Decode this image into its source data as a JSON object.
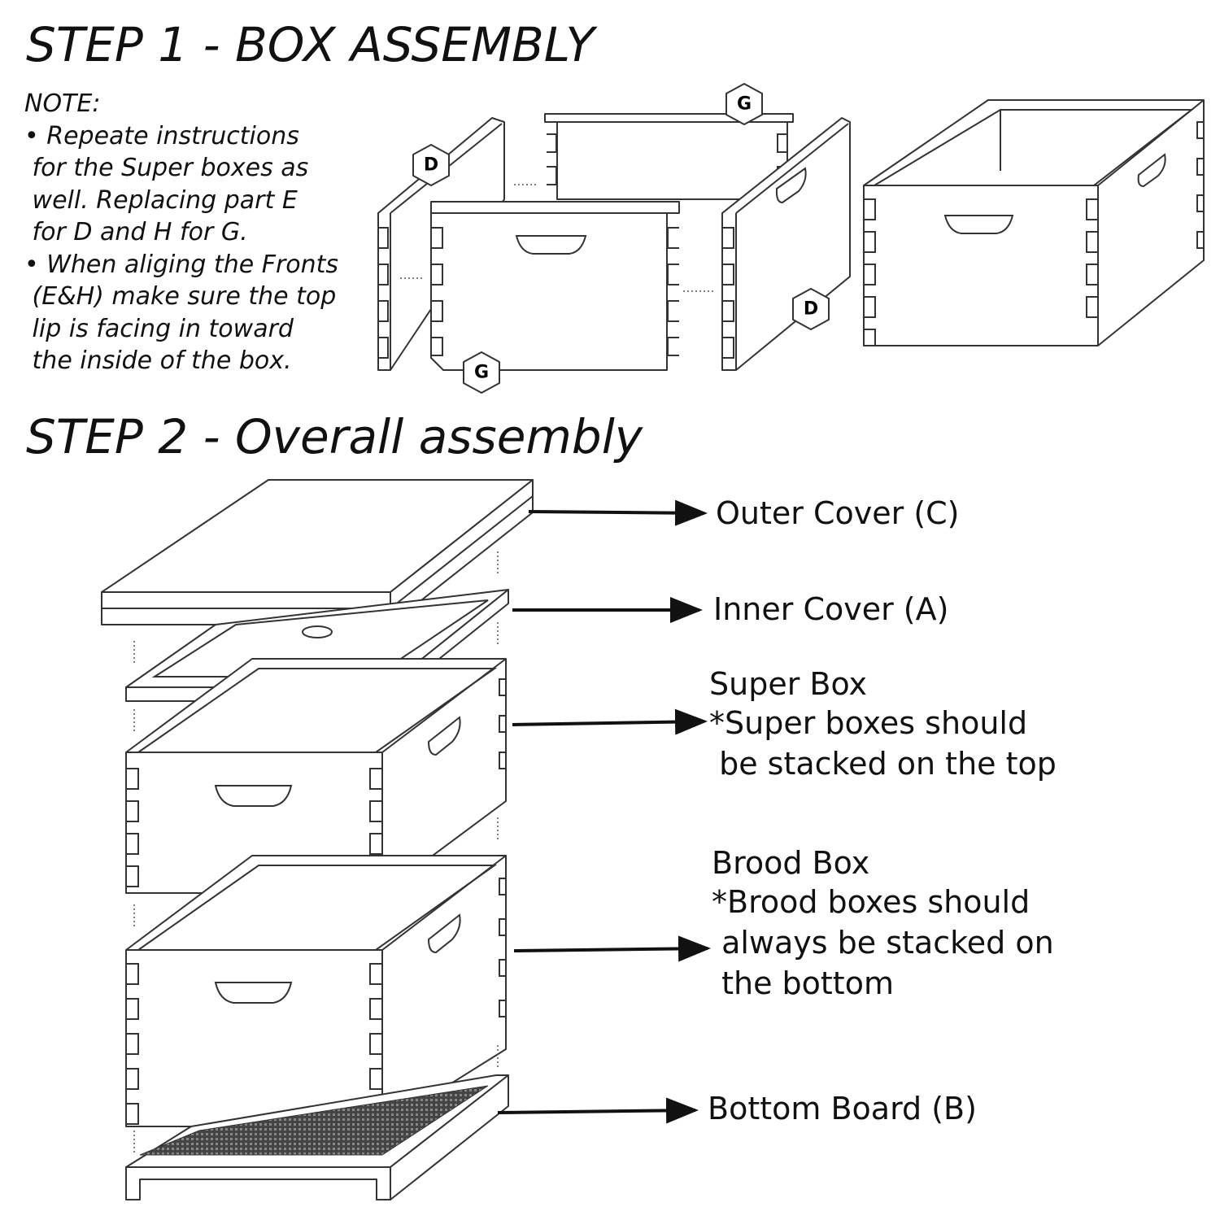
{
  "step1": {
    "title": "STEP 1 - BOX ASSEMBLY",
    "note_lines": [
      "NOTE:",
      "• Repeate instructions",
      " for the Super boxes as",
      " well. Replacing part E",
      " for D and H for G.",
      "• When aliging the Fronts",
      " (E&H) make sure the top",
      " lip is facing in toward",
      " the inside of the box."
    ],
    "part_labels": {
      "d_left": "D",
      "g_back": "G",
      "g_front": "G",
      "d_right": "D"
    }
  },
  "step2": {
    "title": "STEP 2 - Overall assembly",
    "labels": {
      "outer_cover": "Outer Cover (C)",
      "inner_cover": "Inner Cover (A)",
      "super_box": [
        "Super Box",
        "*Super boxes should",
        " be stacked on the top"
      ],
      "brood_box": [
        "Brood Box",
        "*Brood boxes should",
        " always be stacked on",
        " the bottom"
      ],
      "bottom_board": "Bottom Board (B)"
    }
  }
}
